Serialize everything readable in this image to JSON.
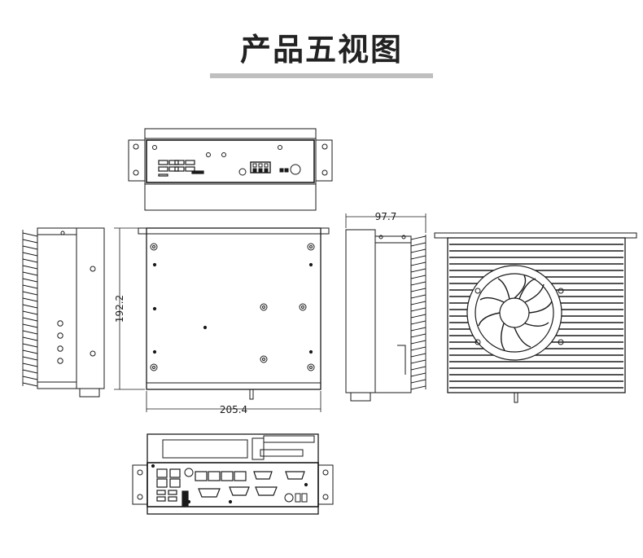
{
  "header": {
    "title": "产品五视图"
  },
  "dimensions": {
    "width": "205.4",
    "height": "192.2",
    "depth": "97.7"
  },
  "colors": {
    "line": "#1a1a1a",
    "title": "#222222",
    "underline": "#bfbfbf"
  }
}
